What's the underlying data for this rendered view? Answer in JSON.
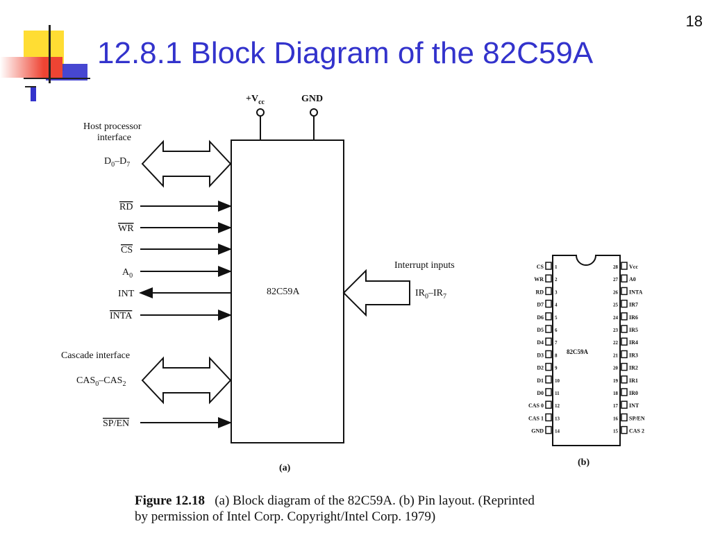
{
  "slide": {
    "number": "18",
    "title": "12.8.1 Block Diagram of the 82C59A",
    "colors": {
      "title": "#3333cc",
      "deco_yellow": "#ffdd33",
      "deco_red": "#ee4433",
      "deco_blue": "#3333cc"
    }
  },
  "block_diagram": {
    "chip_label": "82C59A",
    "power": {
      "vcc": "+V",
      "vcc_sub": "cc",
      "gnd": "GND"
    },
    "host_interface": {
      "label_line1": "Host processor",
      "label_line2": "interface",
      "bus": "D",
      "bus_sub0": "0",
      "bus_dash": "–D",
      "bus_sub1": "7"
    },
    "signals": {
      "rd": "RD",
      "wr": "WR",
      "cs": "CS",
      "a0": "A",
      "a0_sub": "0",
      "int": "INT",
      "inta": "INTA"
    },
    "cascade": {
      "label": "Cascade interface",
      "bus": "CAS",
      "bus_sub0": "0",
      "bus_dash": "–CAS",
      "bus_sub1": "2"
    },
    "sp_en": "SP/EN",
    "interrupt": {
      "label": "Interrupt inputs",
      "bus": "IR",
      "bus_sub0": "0",
      "bus_dash": "–IR",
      "bus_sub1": "7"
    },
    "subfigure_label": "(a)"
  },
  "pin_layout": {
    "chip_label": "82C59A",
    "subfigure_label": "(b)",
    "left_pins": [
      {
        "num": "1",
        "name": "CS"
      },
      {
        "num": "2",
        "name": "WR"
      },
      {
        "num": "3",
        "name": "RD"
      },
      {
        "num": "4",
        "name": "D7"
      },
      {
        "num": "5",
        "name": "D6"
      },
      {
        "num": "6",
        "name": "D5"
      },
      {
        "num": "7",
        "name": "D4"
      },
      {
        "num": "8",
        "name": "D3"
      },
      {
        "num": "9",
        "name": "D2"
      },
      {
        "num": "10",
        "name": "D1"
      },
      {
        "num": "11",
        "name": "D0"
      },
      {
        "num": "12",
        "name": "CAS 0"
      },
      {
        "num": "13",
        "name": "CAS 1"
      },
      {
        "num": "14",
        "name": "GND"
      }
    ],
    "right_pins": [
      {
        "num": "28",
        "name": "Vcc"
      },
      {
        "num": "27",
        "name": "A0"
      },
      {
        "num": "26",
        "name": "INTA"
      },
      {
        "num": "25",
        "name": "IR7"
      },
      {
        "num": "24",
        "name": "IR6"
      },
      {
        "num": "23",
        "name": "IR5"
      },
      {
        "num": "22",
        "name": "IR4"
      },
      {
        "num": "21",
        "name": "IR3"
      },
      {
        "num": "20",
        "name": "IR2"
      },
      {
        "num": "19",
        "name": "IR1"
      },
      {
        "num": "18",
        "name": "IR0"
      },
      {
        "num": "17",
        "name": "INT"
      },
      {
        "num": "16",
        "name": "SP/EN"
      },
      {
        "num": "15",
        "name": "CAS 2"
      }
    ]
  },
  "caption": {
    "figure": "Figure 12.18",
    "line1": "(a) Block diagram of the 82C59A. (b) Pin layout. (Reprinted",
    "line2": "by permission of Intel Corp. Copyright/Intel Corp. 1979)"
  }
}
